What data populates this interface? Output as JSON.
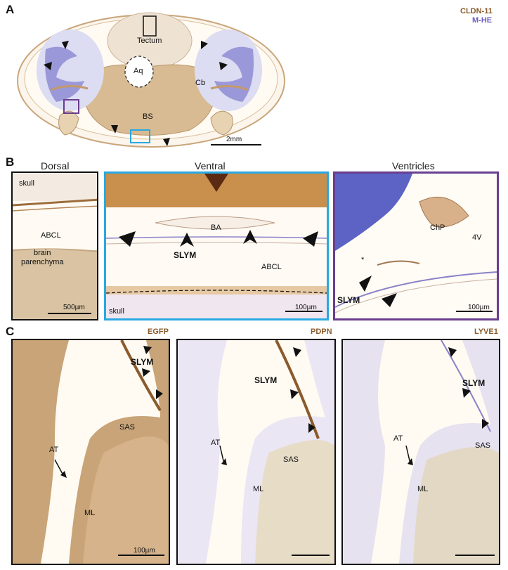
{
  "panel_a": {
    "letter": "A",
    "stain_1": "CLDN-11",
    "stain_2": "M-HE",
    "labels": {
      "tectum": "Tectum",
      "aq": "Aq",
      "cb": "Cb",
      "bs": "BS"
    },
    "scale": "2mm"
  },
  "panel_b": {
    "letter": "B",
    "titles": {
      "dorsal": "Dorsal",
      "ventral": "Ventral",
      "ventricles": "Ventricles"
    },
    "dorsal": {
      "skull": "skull",
      "abcl": "ABCL",
      "brain": "brain\nparenchyma",
      "scale": "500µm"
    },
    "ventral": {
      "ba": "BA",
      "slym": "SLYM",
      "abcl": "ABCL",
      "skull": "skull",
      "scale": "100µm"
    },
    "ventricles": {
      "chp": "ChP",
      "v4": "4V",
      "star": "*",
      "slym": "SLYM",
      "scale": "100µm"
    }
  },
  "panel_c": {
    "letter": "C",
    "stains": [
      "EGFP",
      "PDPN",
      "LYVE1"
    ],
    "slym": "SLYM",
    "at": "AT",
    "sas": "SAS",
    "ml": "ML",
    "scale": "100µm"
  },
  "colors": {
    "dab": "#a8763f",
    "hematoxylin": "#7c78c8",
    "box_black": "#111111",
    "box_cyan": "#29a9e0",
    "box_purple": "#6a3d8f"
  }
}
